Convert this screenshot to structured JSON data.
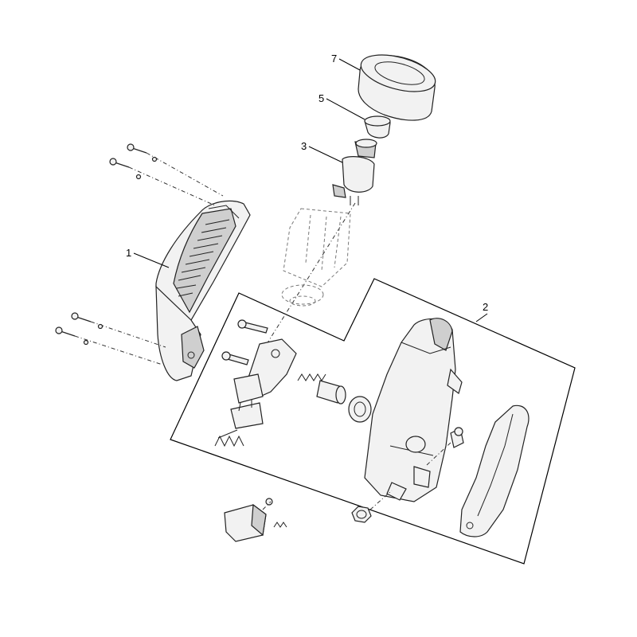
{
  "callouts": {
    "part_1": "1",
    "part_2": "2",
    "part_3": "3",
    "part_5": "5",
    "part_7": "7"
  }
}
